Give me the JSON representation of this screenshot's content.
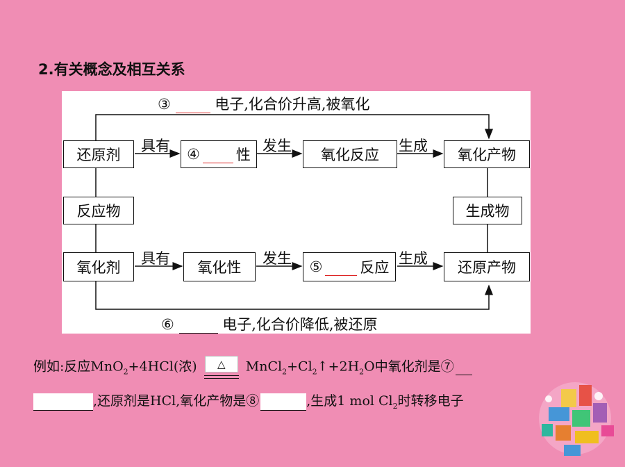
{
  "heading": "2.有关概念及相互关系",
  "diagram": {
    "top_text": {
      "circle": "③",
      "suffix": "电子,化合价升高,被氧化"
    },
    "bottom_text": {
      "circle": "⑥",
      "suffix": "电子,化合价降低,被还原"
    },
    "row1": {
      "box1": "还原剂",
      "arrow1": "具有",
      "box2_circle": "④",
      "box2_suffix": "性",
      "arrow2": "发生",
      "box3": "氧化反应",
      "arrow3": "生成",
      "box4": "氧化产物"
    },
    "middle": {
      "left": "反应物",
      "right": "生成物"
    },
    "row2": {
      "box1": "氧化剂",
      "arrow1": "具有",
      "box2": "氧化性",
      "arrow2": "发生",
      "box3_circle": "⑤",
      "box3_suffix": "反应",
      "arrow3": "生成",
      "box4": "还原产物"
    }
  },
  "example": {
    "line1_prefix": "例如:反应MnO",
    "sub2": "2",
    "line1_mid": "+4HCl(浓)",
    "condition": "△",
    "line1_after": "MnCl",
    "sub2b": "2",
    "line1_plus": "+Cl",
    "sub2c": "2",
    "line1_end": "↑+2H",
    "sub2d": "2",
    "line1_tail": "O中氧化剂是⑦",
    "line2_a": ",还原剂是HCl,氧化产物是⑧",
    "line2_b": ",生成1 mol Cl",
    "sub2e": "2",
    "line2_c": "时转移电子"
  }
}
